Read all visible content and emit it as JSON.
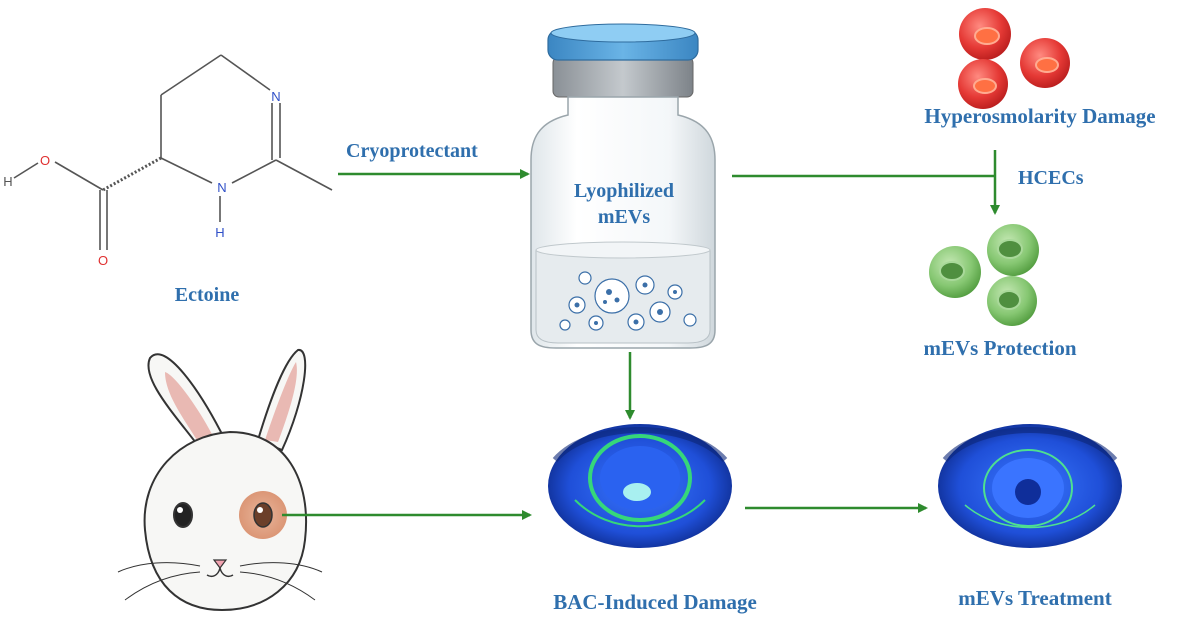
{
  "molecule": {
    "name": "Ectoine",
    "atoms": {
      "n_ring": "N",
      "nh_ring": "N",
      "h_nh": "H",
      "o_hydroxyl": "O",
      "h_hydroxyl": "H",
      "o_carbonyl": "O"
    }
  },
  "labels": {
    "cryoprotectant": "Cryoprotectant",
    "vial_line1": "Lyophilized",
    "vial_line2": "mEVs",
    "hyperosmolarity": "Hyperosmolarity Damage",
    "hcecs": "HCECs",
    "protection": "mEVs Protection",
    "bac_damage": "BAC-Induced Damage",
    "treatment": "mEVs Treatment"
  },
  "colors": {
    "label_text": "#2f6fad",
    "arrow": "#2e8b2e",
    "red_cell": "#e53935",
    "green_cell": "#7cc06a",
    "vial_cap": "#4a9bd4",
    "eye_blue": "#1f4fd8"
  },
  "icons": [
    "ectoine-structure",
    "vial-icon",
    "red-cell-icon",
    "green-cell-icon",
    "rabbit-icon",
    "eye-image"
  ]
}
